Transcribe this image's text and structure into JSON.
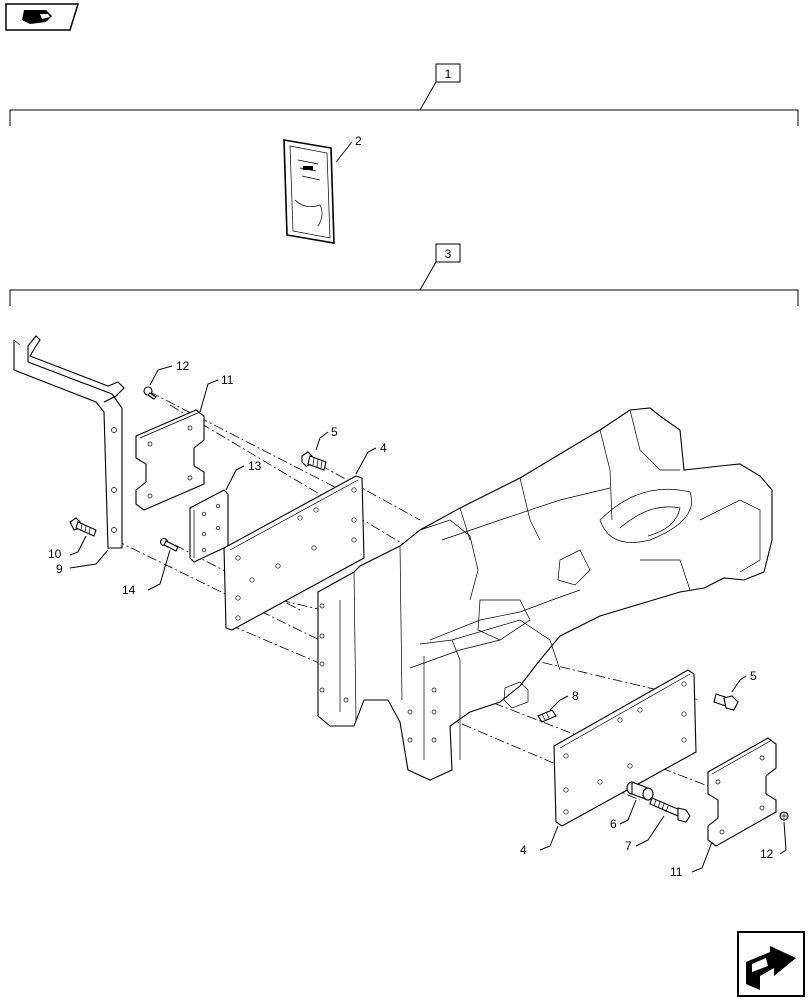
{
  "nav": {
    "prev_icon": "hand-pointer-icon",
    "next_icon": "next-arrow-icon"
  },
  "groups": [
    {
      "label": "1"
    },
    {
      "label": "3"
    }
  ],
  "callouts": {
    "c2": "2",
    "c12a": "12",
    "c11a": "11",
    "c5a": "5",
    "c4a": "4",
    "c13": "13",
    "c10": "10",
    "c9": "9",
    "c14": "14",
    "c8": "8",
    "c5b": "5",
    "c4b": "4",
    "c6": "6",
    "c7": "7",
    "c11b": "11",
    "c12b": "12"
  }
}
